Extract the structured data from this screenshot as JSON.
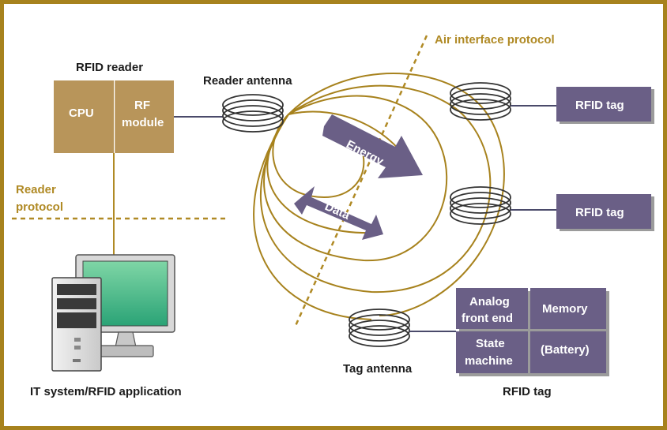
{
  "reader": {
    "title": "RFID reader",
    "cpu": "CPU",
    "rf_line1": "RF",
    "rf_line2": "module"
  },
  "reader_antenna": "Reader antenna",
  "air_protocol": "Air interface protocol",
  "reader_protocol_line1": "Reader",
  "reader_protocol_line2": "protocol",
  "energy": "Energy",
  "data": "Data",
  "tags": [
    "RFID tag",
    "RFID tag"
  ],
  "chip": {
    "analog_line1": "Analog",
    "analog_line2": "front end",
    "memory": "Memory",
    "state_line1": "State",
    "state_line2": "machine",
    "battery": "(Battery)",
    "label": "RFID tag"
  },
  "tag_antenna": "Tag antenna",
  "it_system": "IT system/RFID application",
  "colors": {
    "gold": "#b08a25",
    "reader_box": "#b8955a",
    "tag_box": "#6a5f86",
    "screen": "#4fbf8f"
  }
}
